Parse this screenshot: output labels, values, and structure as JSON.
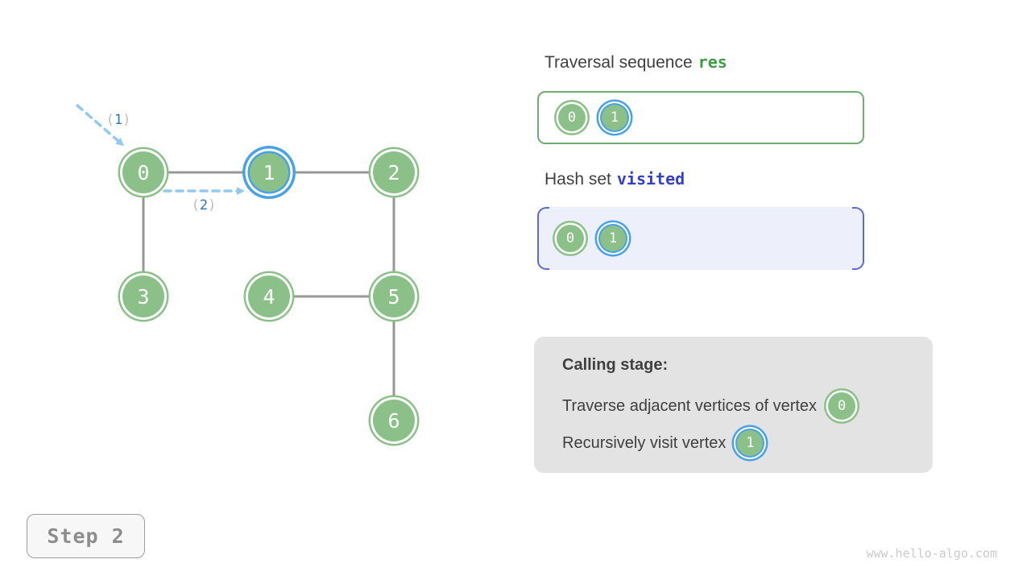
{
  "graph": {
    "nodes": [
      {
        "label": "0"
      },
      {
        "label": "1"
      },
      {
        "label": "2"
      },
      {
        "label": "3"
      },
      {
        "label": "4"
      },
      {
        "label": "5"
      },
      {
        "label": "6"
      }
    ],
    "edges": [
      "0-1",
      "1-2",
      "0-3",
      "2-5",
      "4-5",
      "5-6"
    ],
    "arrows": [
      {
        "open": "(",
        "num": "1",
        "close": ")"
      },
      {
        "open": "(",
        "num": "2",
        "close": ")"
      }
    ]
  },
  "traversal": {
    "title_text": "Traversal sequence",
    "title_code": "res",
    "items": [
      {
        "label": "0"
      },
      {
        "label": "1"
      }
    ]
  },
  "visited": {
    "title_text": "Hash set",
    "title_code": "visited",
    "items": [
      {
        "label": "0"
      },
      {
        "label": "1"
      }
    ]
  },
  "calling": {
    "title": "Calling stage:",
    "lines": [
      {
        "text": "Traverse adjacent vertices of vertex",
        "node": "0"
      },
      {
        "text": "Recursively visit vertex",
        "node": "1"
      }
    ]
  },
  "step": {
    "label": "Step 2"
  },
  "watermark": "www.hello-algo.com",
  "colors": {
    "node_green": "#8BC189",
    "highlight_blue": "#49A1E6",
    "res_code_green": "#3F9D45",
    "visited_code_blue": "#3240C9",
    "visited_bracket": "#5A6BD5",
    "visited_bg": "#EDF0FA",
    "calling_bg": "#E3E3E3",
    "edge_gray": "#979797",
    "arrow_blue": "#93C9EF"
  }
}
